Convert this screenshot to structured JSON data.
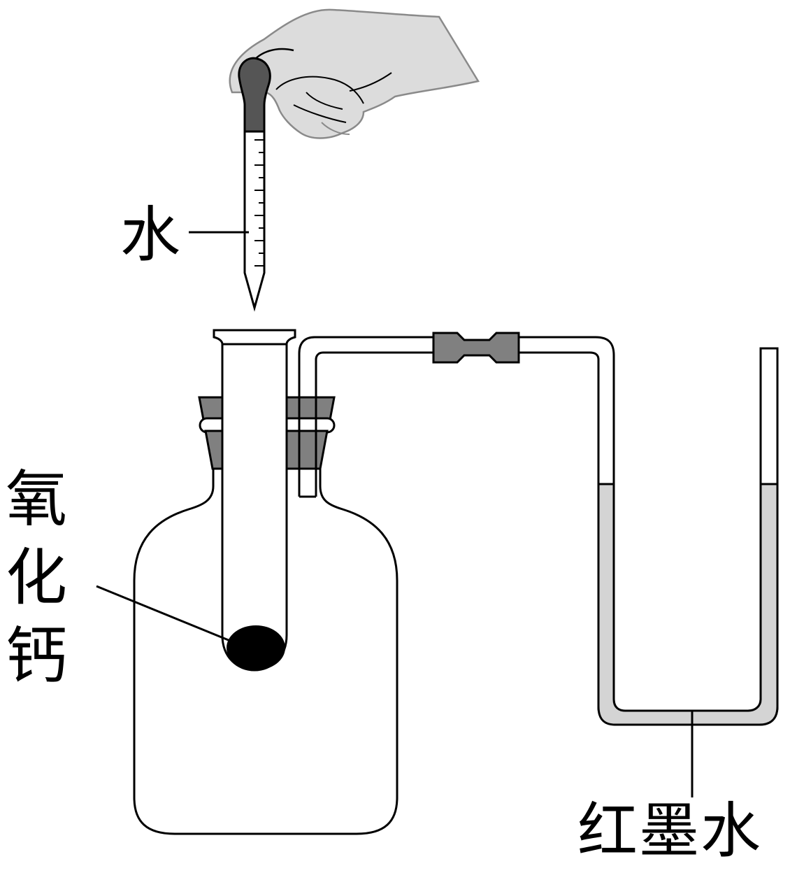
{
  "labels": {
    "water": "水",
    "calcium_oxide": [
      "氧",
      "化",
      "钙"
    ],
    "red_ink": "红墨水"
  },
  "colors": {
    "stroke": "#000000",
    "stopper": "#808080",
    "bulb": "#555555",
    "glove": "#dcdcdc",
    "liquid": "#d4d4d4",
    "solid": "#000000"
  }
}
